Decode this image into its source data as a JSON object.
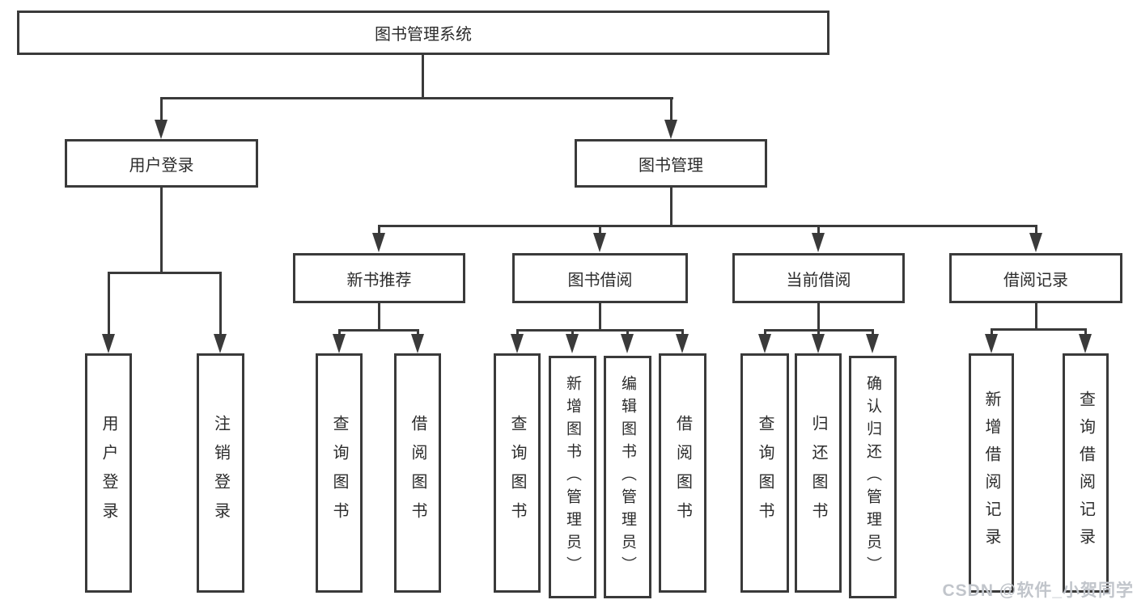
{
  "colors": {
    "line": "#3a3a3a",
    "text": "#2c2c2c",
    "watermark": "#c1c5cb",
    "background": "#ffffff"
  },
  "watermark": "CSDN @软件_小贺同学",
  "tree": {
    "root": "图书管理系统",
    "branches": [
      {
        "label": "用户登录",
        "children": [
          "用户登录",
          "注销登录"
        ]
      },
      {
        "label": "图书管理",
        "groups": [
          {
            "label": "新书推荐",
            "children": [
              "查询图书",
              "借阅图书"
            ]
          },
          {
            "label": "图书借阅",
            "children": [
              "查询图书",
              "新增图书（管理员）",
              "编辑图书（管理员）",
              "借阅图书"
            ]
          },
          {
            "label": "当前借阅",
            "children": [
              "查询图书",
              "归还图书",
              "确认归还（管理员）"
            ]
          },
          {
            "label": "借阅记录",
            "children": [
              "新增借阅记录",
              "查询借阅记录"
            ]
          }
        ]
      }
    ]
  }
}
